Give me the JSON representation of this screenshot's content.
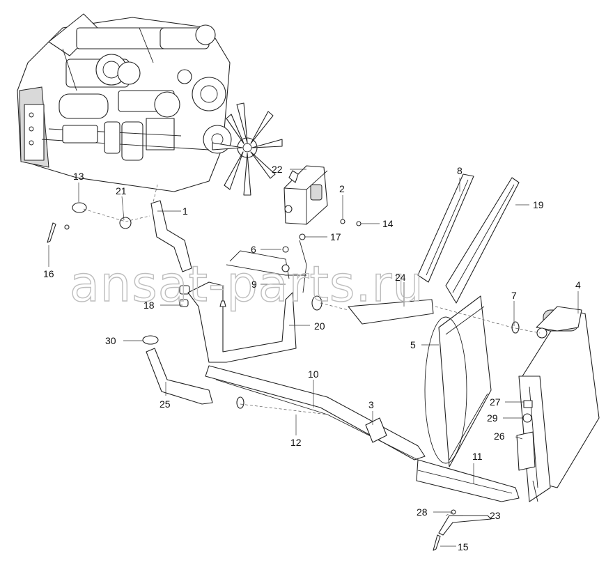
{
  "watermark": "ansat-parts.ru",
  "callouts": [
    {
      "id": "c1",
      "label": "1"
    },
    {
      "id": "c2",
      "label": "2"
    },
    {
      "id": "c3",
      "label": "3"
    },
    {
      "id": "c4",
      "label": "4"
    },
    {
      "id": "c5",
      "label": "5"
    },
    {
      "id": "c6",
      "label": "6"
    },
    {
      "id": "c7",
      "label": "7"
    },
    {
      "id": "c8",
      "label": "8"
    },
    {
      "id": "c9",
      "label": "9"
    },
    {
      "id": "c10",
      "label": "10"
    },
    {
      "id": "c11",
      "label": "11"
    },
    {
      "id": "c12",
      "label": "12"
    },
    {
      "id": "c13",
      "label": "13"
    },
    {
      "id": "c14",
      "label": "14"
    },
    {
      "id": "c15",
      "label": "15"
    },
    {
      "id": "c16",
      "label": "16"
    },
    {
      "id": "c17",
      "label": "17"
    },
    {
      "id": "c18",
      "label": "18"
    },
    {
      "id": "c19",
      "label": "19"
    },
    {
      "id": "c20",
      "label": "20"
    },
    {
      "id": "c21",
      "label": "21"
    },
    {
      "id": "c22",
      "label": "22"
    },
    {
      "id": "c23",
      "label": "23"
    },
    {
      "id": "c24",
      "label": "24"
    },
    {
      "id": "c25",
      "label": "25"
    },
    {
      "id": "c26",
      "label": "26"
    },
    {
      "id": "c27",
      "label": "27"
    },
    {
      "id": "c28",
      "label": "28"
    },
    {
      "id": "c29",
      "label": "29"
    },
    {
      "id": "c30",
      "label": "30"
    }
  ]
}
